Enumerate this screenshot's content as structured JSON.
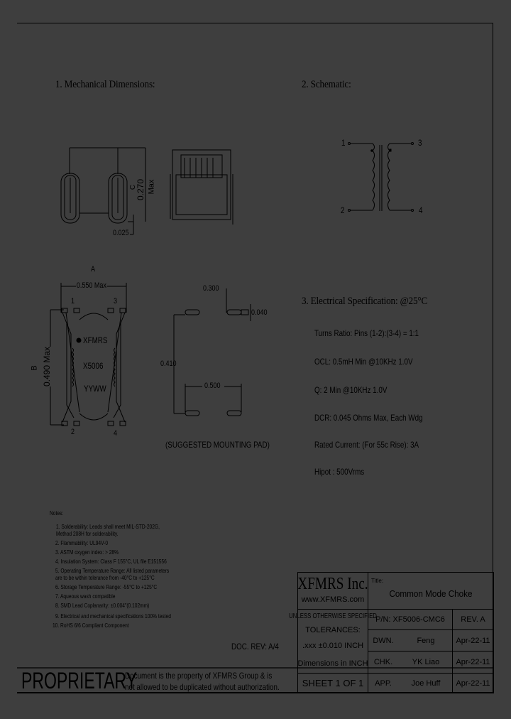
{
  "sections": {
    "mechanical": {
      "title": "1. Mechanical Dimensions:",
      "dim_c_label": "C",
      "dim_c_value": "0.270",
      "dim_c_note": "Max",
      "dim_lead": "0.025",
      "dim_a_label": "A",
      "dim_a_value": "0.550 Max",
      "dim_b_label": "B",
      "dim_b_value": "0.490 Max",
      "pin_labels": [
        "1",
        "3",
        "2",
        "4"
      ],
      "marking": [
        "XFMRS",
        "X5006",
        "YYWW"
      ]
    },
    "pad": {
      "dim_300": "0.300",
      "dim_040": "0.040",
      "dim_410": "0.410",
      "dim_500": "0.500",
      "caption": "(SUGGESTED MOUNTING PAD)"
    },
    "schematic": {
      "title": "2. Schematic:",
      "pins": [
        "1",
        "2",
        "3",
        "4"
      ]
    },
    "electrical": {
      "title": "3. Electrical Specification: @25°C",
      "specs": [
        "Turns Ratio: Pins (1-2):(3-4) = 1:1",
        "OCL: 0.5mH Min @10KHz 1.0V",
        "Q: 2 Min @10KHz 1.0V",
        "DCR: 0.045 Ohms Max, Each Wdg",
        "Rated Current: (For 55c Rise): 3A",
        "Hipot : 500Vrms"
      ]
    }
  },
  "notes": {
    "heading": "Notes:",
    "items": [
      "1. Solderability: Leads shall meet MIL-STD-202G,",
      "    Method 208H for solderability.",
      "2. Flammability: UL94V-0",
      "3. ASTM oxygen index: > 28%",
      "4. Insulation System: Class F 155°C, UL file E151556",
      "5. Operating Temperature Range: All listed parameters",
      "    are to be within tolerance from -40°C to +125°C",
      "6. Storage Temperature Range: -55°C to +125°C",
      "7. Aqueous wash compatible",
      "8. SMD Lead Coplanarity: ±0.004\"(0.102mm)",
      "9. Electrical and mechanical specifications 100% tested",
      "10. RoHS 6/6 Compliant Component"
    ]
  },
  "doc_rev": "DOC. REV: A/4",
  "proprietary": {
    "label": "PROPRIETARY",
    "line1": "Document is the property of XFMRS Group & is",
    "line2": "not allowed to be duplicated without authorization."
  },
  "title_block": {
    "company": "XFMRS Inc.",
    "website": "www.XFMRS.com",
    "title_label": "Title:",
    "title": "Common Mode Choke",
    "tolerance_1": "UNLESS OTHERWISE SPECIFIED",
    "tolerance_2": "TOLERANCES:",
    "tolerance_3": ".xxx ±0.010 INCH",
    "tolerance_4": "Dimensions in INCH",
    "sheet": "SHEET 1 OF 1",
    "part_number": "P/N: XF5006-CMC6",
    "rev": "REV. A",
    "rows": [
      {
        "role": "DWN.",
        "name": "Feng",
        "date": "Apr-22-11"
      },
      {
        "role": "CHK.",
        "name": "YK Liao",
        "date": "Apr-22-11"
      },
      {
        "role": "APP.",
        "name": "Joe Huff",
        "date": "Apr-22-11"
      }
    ]
  }
}
